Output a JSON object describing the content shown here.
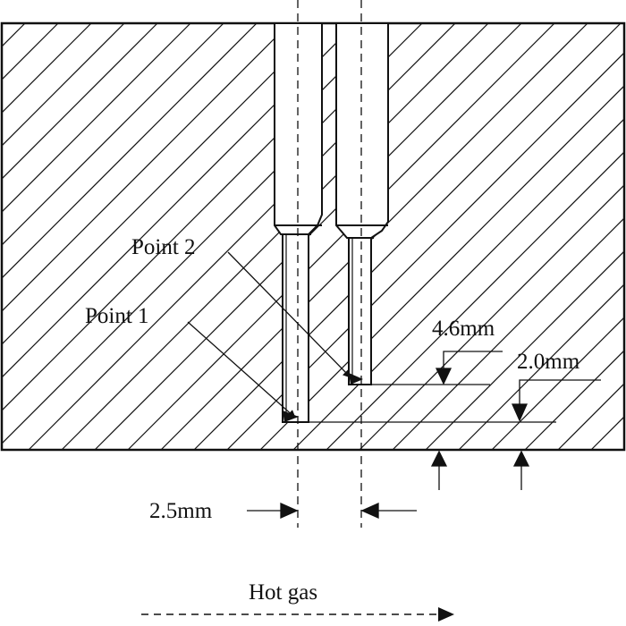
{
  "labels": {
    "point2": "Point 2",
    "point1": "Point 1",
    "dim_46": "4.6mm",
    "dim_20": "2.0mm",
    "dim_25": "2.5mm",
    "hot_gas": "Hot gas"
  },
  "colors": {
    "line": "#111111",
    "hatch": "#111111",
    "background": "#ffffff"
  }
}
